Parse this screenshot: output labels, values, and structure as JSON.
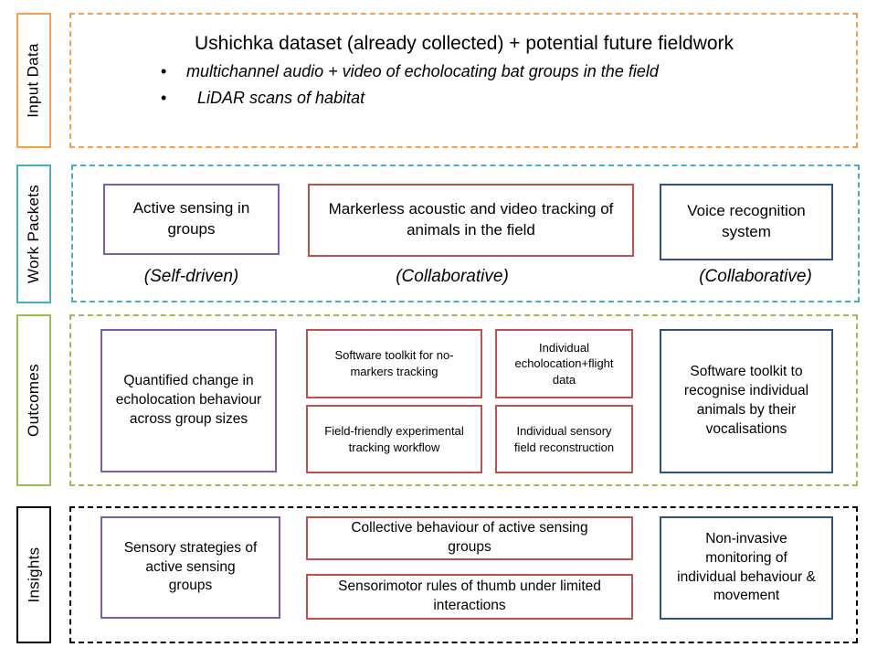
{
  "rows": {
    "input": "Input Data",
    "work": "Work Packets",
    "outcomes": "Outcomes",
    "insights": "Insights"
  },
  "colors": {
    "input": "#f0a050",
    "work": "#4bacc6",
    "outcomes": "#9bbb59",
    "insights": "#000000",
    "purple": "#7b5ea7",
    "red": "#c0504d",
    "navy": "#2e5283"
  },
  "input_data": {
    "title": "Ushichka dataset  (already collected) + potential future fieldwork",
    "bullet_symbol": "•",
    "bullets": [
      "multichannel audio + video of echolocating bat groups in the field",
      "LiDAR scans of habitat"
    ]
  },
  "work_packets": [
    {
      "label": "Active sensing in groups",
      "note": "(Self-driven)"
    },
    {
      "label": "Markerless acoustic and video tracking of animals in the field",
      "note": "(Collaborative)"
    },
    {
      "label": "Voice recognition system",
      "note": "(Collaborative)"
    }
  ],
  "outcomes": {
    "left": "Quantified change in echolocation behaviour across group sizes",
    "middle": [
      "Software toolkit for no-markers tracking",
      "Individual echolocation+flight data",
      "Field-friendly experimental tracking workflow",
      "Individual sensory field reconstruction"
    ],
    "right": "Software toolkit to recognise individual animals by their vocalisations"
  },
  "insights": {
    "left": "Sensory strategies of active sensing groups",
    "middle": [
      "Collective behaviour of active sensing groups",
      "Sensorimotor rules of thumb under limited interactions"
    ],
    "right": "Non-invasive monitoring of individual behaviour & movement"
  }
}
